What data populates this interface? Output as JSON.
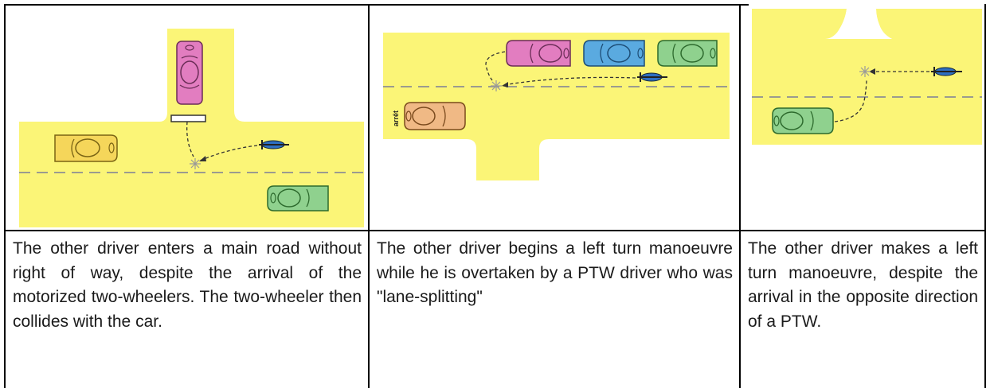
{
  "colors": {
    "road": "#fbf577",
    "lane_marking": "#9b9b8f",
    "car_pink": "#e27dc0",
    "car_blue": "#5aaae0",
    "car_green": "#8fd18e",
    "car_yellow": "#f5d65a",
    "car_orange": "#f0b985",
    "ptw_blue": "#2e6fc2",
    "arrow": "#333333"
  },
  "scenarios": [
    {
      "description": "The other driver enters a main road without right of way, despite the arrival of the motorized two-wheelers. The two-wheeler then collides with the car."
    },
    {
      "description": "The other driver begins a left turn manoeuvre while he is overtaken by a PTW driver who was \"lane-splitting\"",
      "stop_label": "arrêt"
    },
    {
      "description": "The other driver makes a left turn manoeuvre, despite the arrival in the opposite direction of a PTW."
    }
  ]
}
